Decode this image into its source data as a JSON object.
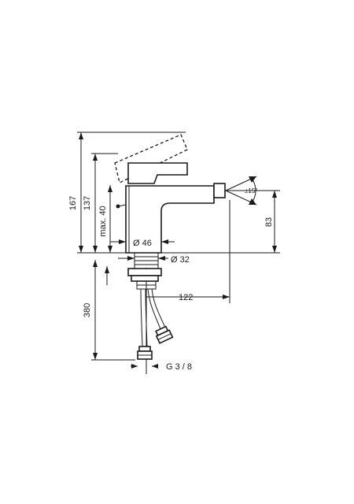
{
  "dimensions": {
    "height_total": "167",
    "height_body": "137",
    "max_lift": "max. 40",
    "diameter_base": "Ø 46",
    "diameter_shank": "Ø 32",
    "spout_height": "83",
    "reach": "122",
    "hose_length": "380",
    "thread": "G 3 / 8",
    "swivel": "±15°"
  }
}
